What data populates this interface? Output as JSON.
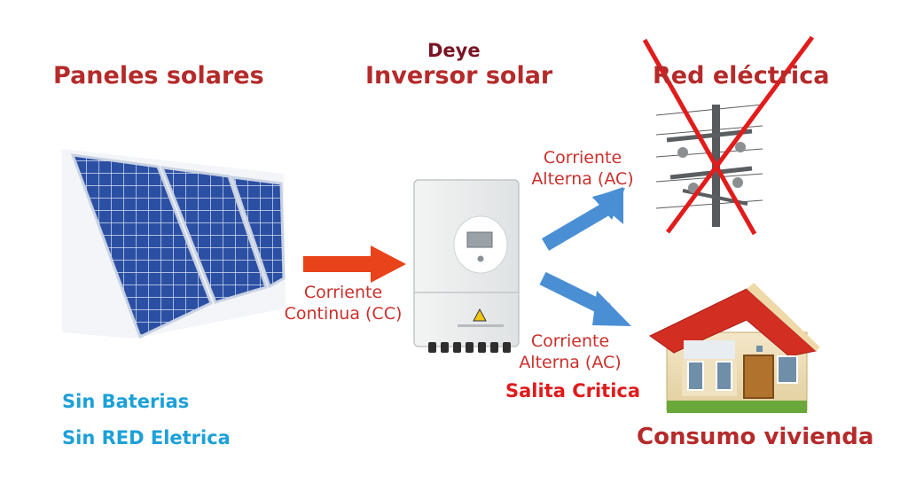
{
  "titles": {
    "solar_panels": "Paneles solares",
    "brand": "Deye",
    "inverter": "Inversor solar",
    "grid": "Red eléctrica",
    "home_consumption": "Consumo vivienda"
  },
  "flows": {
    "dc_line1": "Corriente",
    "dc_line2": "Continua (CC)",
    "ac_grid_line1": "Corriente",
    "ac_grid_line2": "Alterna (AC)",
    "ac_home_line1": "Corriente",
    "ac_home_line2": "Alterna (AC)",
    "critical_output": "Salita Critica"
  },
  "notes": {
    "no_batteries": "Sin Baterias",
    "no_grid": "Sin RED Eletrica"
  },
  "colors": {
    "heading_red": "#b52a2a",
    "brand_maroon": "#7a1424",
    "flow_red": "#c9302c",
    "critical_red": "#e01b1b",
    "note_blue": "#1ca0d8",
    "dc_arrow": "#e8431a",
    "ac_arrow": "#4a8fd4",
    "cross": "#e21b1b"
  }
}
